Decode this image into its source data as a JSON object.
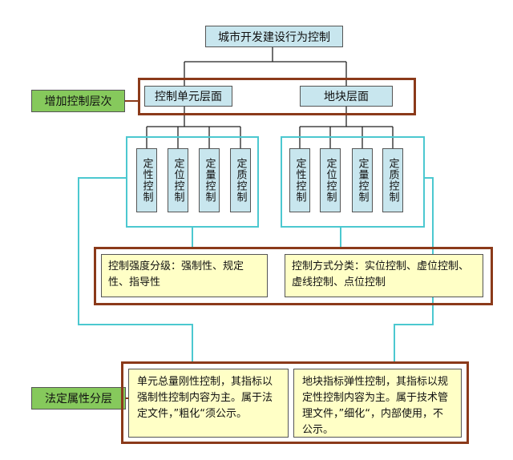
{
  "top": {
    "title": "城市开发建设行为控制"
  },
  "side_labels": {
    "layer_add": "增加控制层次",
    "legal_layer": "法定属性分层"
  },
  "levels": {
    "unit": "控制单元层面",
    "plot": "地块层面"
  },
  "controls": {
    "unit": [
      "定性控制",
      "定位控制",
      "定量控制",
      "定质控制"
    ],
    "plot": [
      "定性控制",
      "定位控制",
      "定量控制",
      "定质控制"
    ]
  },
  "classification": {
    "strength": "控制强度分级：强制性、规定性、指导性",
    "method": "控制方式分类：实位控制、虚位控制、虚线控制、点位控制"
  },
  "legal": {
    "unit_text": "单元总量刚性控制，其指标以强制性控制内容为主。属于法定文件，”粗化“须公示。",
    "plot_text": "地块指标弹性控制，其指标以规定性控制内容为主。属于技术管理文件，”细化“，内部使用，不公示。"
  },
  "colors": {
    "blue_box": "#c8e6ee",
    "green_label": "#86c95c",
    "yellow_box": "#ffffc6",
    "brown_frame": "#8b3a1a",
    "cyan_frame": "#4cc8d0"
  }
}
